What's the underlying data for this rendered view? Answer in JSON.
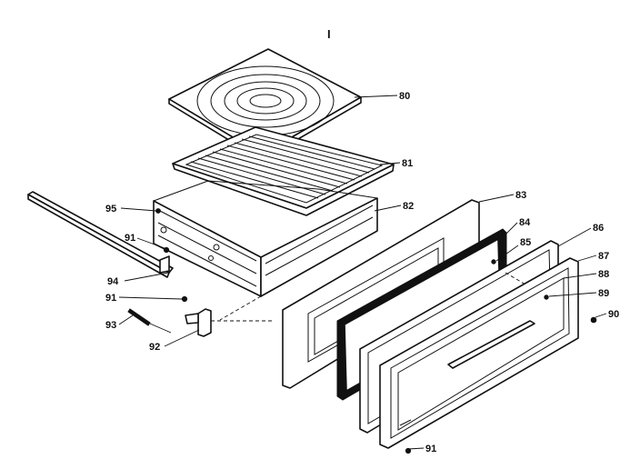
{
  "figure": {
    "number": "I"
  },
  "callouts": {
    "c80": "80",
    "c81": "81",
    "c82": "82",
    "c83": "83",
    "c84": "84",
    "c85": "85",
    "c86": "86",
    "c87": "87",
    "c88": "88",
    "c89": "89",
    "c90": "90",
    "c91a": "91",
    "c91b": "91",
    "c91c": "91",
    "c92": "92",
    "c93": "93",
    "c94": "94",
    "c95": "95"
  },
  "colors": {
    "ink": "#111111",
    "paper": "#ffffff"
  }
}
